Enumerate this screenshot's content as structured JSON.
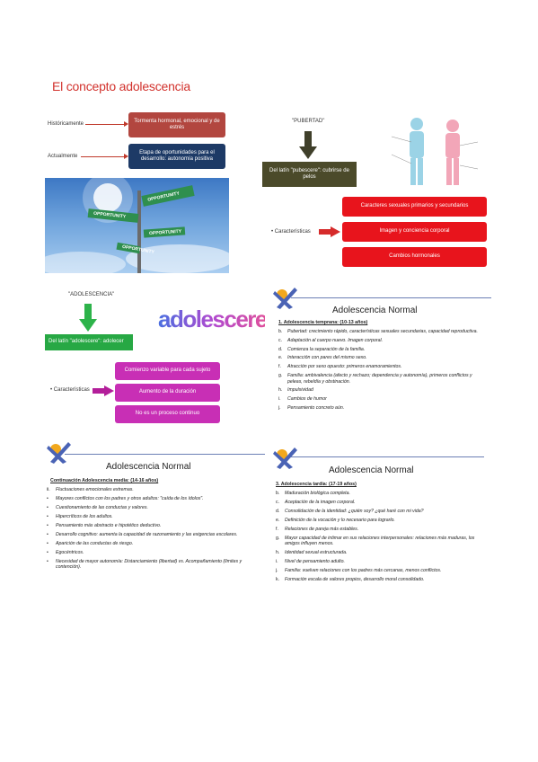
{
  "title": "El concepto adolescencia",
  "slide1": {
    "historicamente": "Históricamente",
    "actualmente": "Actualmente",
    "box1": "Tormenta hormonal, emocional y de estrés",
    "box2": "Etapa de oportunidades para el desarrollo: autonomía positiva",
    "signs": [
      "OPPORTUNITY",
      "OPPORTUNITY",
      "OPPORTUNITY",
      "OPPORTUNITY"
    ]
  },
  "slide2": {
    "pubertad": "\"PUBERTAD\"",
    "latin": "Del latín \"pubescere\": cubrirse de pelos",
    "caracteristicas": "Características",
    "boxes": [
      "Caracteres sexuales primarios y secundarios",
      "Imagen y conciencia corporal",
      "Cambios hormonales"
    ]
  },
  "slide3": {
    "adolescencia": "\"ADOLESCENCIA\"",
    "latin": "Del latín \"adolescere\": adolecer",
    "word": "adolescere",
    "caracteristicas": "Características",
    "boxes": [
      "Comienzo variable para cada sujeto",
      "Aumento de la duración",
      "No es un proceso continuo"
    ]
  },
  "slide4": {
    "heading": "Adolescencia Normal",
    "subheading": "1. Adolescencia temprana: (10-13 años)",
    "items": [
      {
        "m": "b.",
        "t": "Pubertad: crecimiento rápido, características sexuales secundarias, capacidad reproductiva."
      },
      {
        "m": "c.",
        "t": "Adaptación al cuerpo nuevo. Imagen corporal."
      },
      {
        "m": "d.",
        "t": "Comienza la separación de la familia."
      },
      {
        "m": "e.",
        "t": "Interacción con pares del mismo sexo."
      },
      {
        "m": "f.",
        "t": "Atracción por sexo opuesto: primeros enamoramientos."
      },
      {
        "m": "g.",
        "t": "Familia: ambivalencia (afecto y rechazo; dependencia y autonomía), primeros conflictos y peleas, rebeldía y obstinación."
      },
      {
        "m": "h.",
        "t": "Impulsividad"
      },
      {
        "m": "i.",
        "t": "Cambios de humor"
      },
      {
        "m": "j.",
        "t": "Pensamiento concreto aún."
      }
    ]
  },
  "slide5": {
    "heading": "Adolescencia Normal",
    "subheading": "Continuación Adolescencia media: (14-16 años)",
    "items": [
      {
        "m": "ii.",
        "t": "Fluctuaciones emocionales extremas."
      },
      {
        "m": "•",
        "t": "Mayores conflictos con los padres y otros adultos: \"caída de los ídolos\"."
      },
      {
        "m": "•",
        "t": "Cuestionamiento de las conductas y valores."
      },
      {
        "m": "•",
        "t": "Hipercríticos de los adultos."
      },
      {
        "m": "•",
        "t": "Pensamiento más abstracto e hipotético deductivo."
      },
      {
        "m": "•",
        "t": "Desarrollo cognitivo: aumenta la capacidad de razonamiento y las exigencias escolares."
      },
      {
        "m": "•",
        "t": "Aparición de las conductas de riesgo."
      },
      {
        "m": "•",
        "t": "Egocéntricos."
      },
      {
        "m": "•",
        "t": "Necesidad de mayor autonomía: Distanciamiento (libertad) vs. Acompañamiento (límites y contención)."
      }
    ]
  },
  "slide6": {
    "heading": "Adolescencia Normal",
    "subheading": "3. Adolescencia tardía: (17-19 años)",
    "items": [
      {
        "m": "b.",
        "t": "Maduración biológica completa."
      },
      {
        "m": "c.",
        "t": "Aceptación de la imagen corporal."
      },
      {
        "m": "d.",
        "t": "Consolidación de la identidad: ¿quién soy? ¿qué haré con mi vida?"
      },
      {
        "m": "e.",
        "t": "Definición de la vocación y lo necesario para lograrlo."
      },
      {
        "m": "f.",
        "t": "Relaciones de pareja más estables."
      },
      {
        "m": "g.",
        "t": "Mayor capacidad de intimar en sus relaciones interpersonales: relaciones más maduras, los amigos influyen menos."
      },
      {
        "m": "h.",
        "t": "Identidad sexual estructurada."
      },
      {
        "m": "i.",
        "t": "Nivel de pensamiento adulto."
      },
      {
        "m": "j.",
        "t": "Familia: vuelven relaciones con los padres más cercanas, menos conflictos."
      },
      {
        "m": "k.",
        "t": "Formación escala de valores propios, desarrollo moral consolidado."
      }
    ]
  }
}
